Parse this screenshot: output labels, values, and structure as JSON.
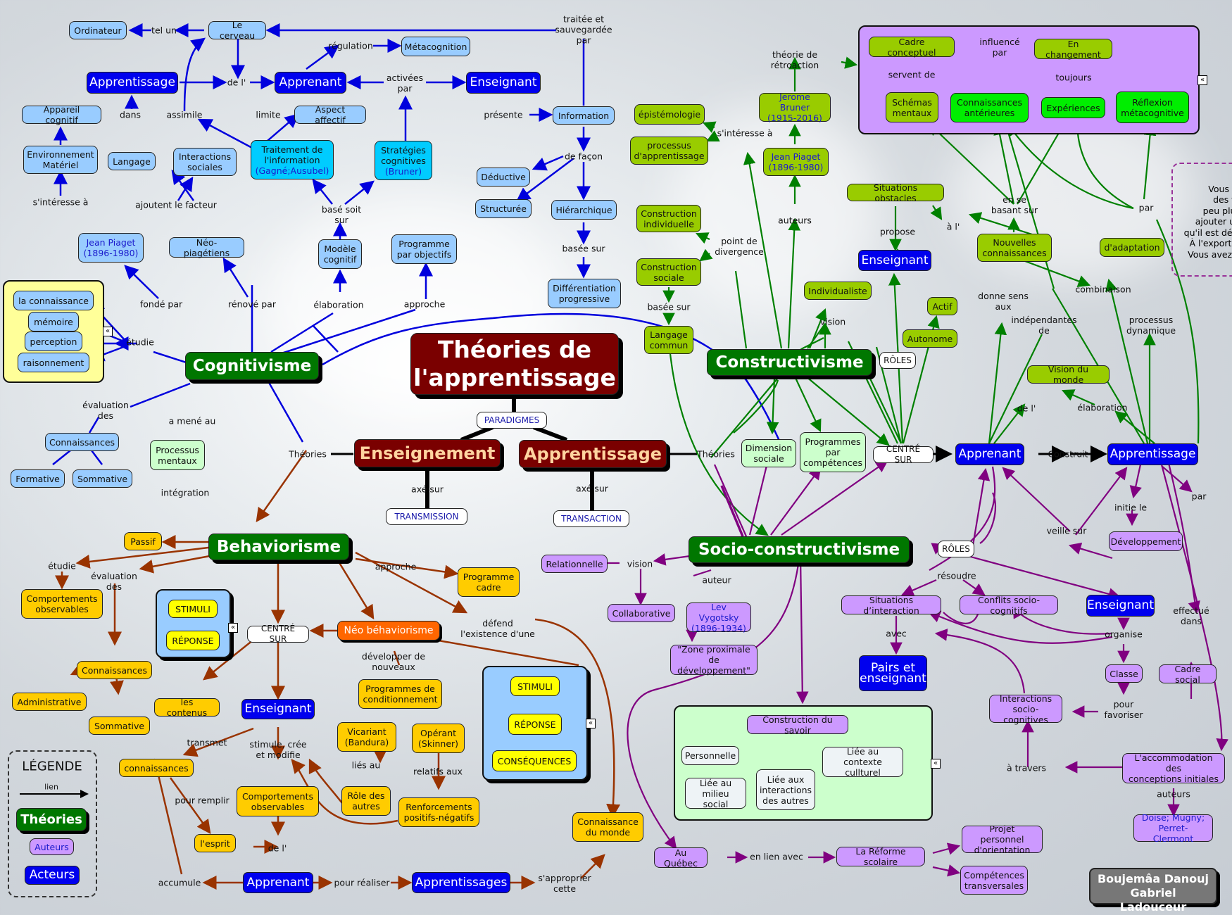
{
  "title": "Théories de\nl'apprentissage",
  "paradigms": {
    "label": "PARADIGMES",
    "enseignement": "Enseignement",
    "apprentissage": "Apprentissage",
    "axe_sur_1": "axé sur",
    "axe_sur_2": "axé sur",
    "transmission": "TRANSMISSION",
    "transaction": "TRANSACTION",
    "theories_left": "Théories",
    "theories_right": "Théories"
  },
  "cognitivisme": {
    "name": "Cognitivisme",
    "nodes": {
      "ordinateur": "Ordinateur",
      "cerveau": "Le cerveau",
      "apprentissage": "Apprentissage",
      "apprenant": "Apprenant",
      "metacognition": "Métacognition",
      "enseignant": "Enseignant",
      "information": "Information",
      "appareil": "Appareil cognitif",
      "aspect": "Aspect affectif",
      "environnement": "Environnement\nMatériel",
      "langage": "Langage",
      "interactions": "Interactions\nsociales",
      "traitement": "Traitement de\nl'information",
      "traitement_auth": "(Gagné;Ausubel)",
      "strategies": "Stratégies\ncognitives",
      "strategies_auth": "(Bruner)",
      "deductive": "Déductive",
      "structuree": "Structurée",
      "hierarchique": "Hiérarchique",
      "piaget": "Jean Piaget\n(1896-1980)",
      "neo": "Néo-piagétiens",
      "modele": "Modèle\ncognitif",
      "programme": "Programme\npar objectifs",
      "differentiation": "Différentiation\nprogressive",
      "connaissance": "la connaissance",
      "memoire": "mémoire",
      "perception": "perception",
      "raisonnement": "raisonnement",
      "connaissances": "Connaissances",
      "formative": "Formative",
      "sommative": "Sommative",
      "processus": "Processus\nmentaux"
    },
    "labels": {
      "tel_un": "tel un",
      "traitee": "traitée et\nsauvegardée\npar",
      "regulation": "régulation",
      "de_l": "de l'",
      "activees": "activées\npar",
      "dans": "dans",
      "assimile": "assimile",
      "limite": "limite",
      "presente": "présente",
      "de_facon": "de façon",
      "interesse": "s'intéresse à",
      "ajoutent": "ajoutent le facteur",
      "base_soit": "basé soit\nsur",
      "basee_sur": "basée sur",
      "fonde": "fondé par",
      "renove": "rénové par",
      "elaboration": "élaboration",
      "approche": "approche",
      "etudie": "étudie",
      "evaluation": "évaluation\ndes",
      "a_mene": "a mené au",
      "integration": "intégration"
    }
  },
  "behaviorisme": {
    "name": "Behaviorisme",
    "nodes": {
      "passif": "Passif",
      "comportements": "Comportements\nobservables",
      "stimuli": "STIMULI",
      "reponse": "RÉPONSE",
      "centre_sur": "CENTRÉ SUR",
      "neo": "Néo béhaviorisme",
      "programme_cadre": "Programme\ncadre",
      "connaissances": "Connaissances",
      "administrative": "Administrative",
      "sommative": "Sommative",
      "contenus": "les contenus",
      "enseignant": "Enseignant",
      "prog_cond": "Programmes de\nconditionnement",
      "vicariant": "Vicariant\n(Bandura)",
      "operant": "Opérant\n(Skinner)",
      "stimuli2": "STIMULI",
      "reponse2": "RÉPONSE",
      "consequences": "CONSÉQUENCES",
      "connaissances2": "connaissances",
      "comportements2": "Comportements\nobservables",
      "role": "Rôle des\nautres",
      "renforcements": "Renforcements\npositifs-négatifs",
      "esprit": "l'esprit",
      "connaissance_monde": "Connaissance\ndu monde",
      "apprenant": "Apprenant",
      "apprentissages": "Apprentissages"
    },
    "labels": {
      "etudie": "étudie",
      "evaluation": "évaluation\ndes",
      "approche": "approche",
      "defend": "défend\nl'existence d'une",
      "developper": "développer de\nnouveaux",
      "transmet": "transmet",
      "stimule": "stimule, crée\net modifie",
      "lies": "liés au",
      "relatifs": "relatifs aux",
      "pour_remplir": "pour remplir",
      "de_l": "de l'",
      "accumule": "accumule",
      "pour_realiser": "pour réaliser",
      "approprier": "s'approprier\ncette"
    }
  },
  "constructivisme": {
    "name": "Constructivisme",
    "nodes": {
      "cadre": "Cadre conceptuel",
      "changement": "En changement",
      "schemas": "Schémas\nmentaux",
      "connaissances_ant": "Connaissances\nantérieures",
      "experiences": "Expériences",
      "reflexion": "Réflexion\nmétacognitive",
      "bruner": "Jerome Bruner\n(1915-2016)",
      "piaget": "Jean Piaget\n(1896-1980)",
      "epistemologie": "épistémologie",
      "processus": "processus\nd'apprentissage",
      "situations": "Situations obstacles",
      "enseignant": "Enseignant",
      "nouvelles": "Nouvelles\nconnaissances",
      "adaptation": "d'adaptation",
      "individuelle": "Construction\nindividuelle",
      "sociale": "Construction\nsociale",
      "langage": "Langage\ncommun",
      "individualiste": "Individualiste",
      "actif": "Actif",
      "autonome": "Autonome",
      "roles": "RÔLES",
      "vision_monde": "Vision du monde",
      "dimension": "Dimension\nsociale",
      "programmes": "Programmes\npar\ncompétences",
      "centre_sur": "CENTRÉ SUR",
      "apprenant": "Apprenant",
      "apprentissage": "Apprentissage"
    },
    "labels": {
      "retroaction": "théorie de\nrétroaction",
      "influence": "influencé\npar",
      "servent": "servent de",
      "toujours": "toujours",
      "interesse": "s'intéresse à",
      "auteurs": "auteurs",
      "propose": "propose",
      "a_l": "à l'",
      "en_se_basant": "en se\nbasant sur",
      "par": "par",
      "combinaison": "combinaison",
      "point_div": "point de\ndivergence",
      "basee_sur": "basée sur",
      "vision": "vision",
      "donne_sens": "donne sens\naux",
      "independantes": "indépendantes\nde",
      "processus_dyn": "processus\ndynamique",
      "de_l": "de l'",
      "elaboration": "élaboration",
      "construit": "Construit"
    }
  },
  "socio": {
    "name": "Socio-constructivisme",
    "nodes": {
      "relationnelle": "Relationnelle",
      "collaborative": "Collaborative",
      "vygotsky": "Lev Vygotsky\n(1896-1934)",
      "zone": "\"Zone proximale\nde développement\"",
      "roles": "RÔLES",
      "situations": "Situations d’interaction",
      "conflits": "Conflits socio-cognitifs",
      "enseignant": "Enseignant",
      "pairs": "Pairs et\nenseignant",
      "classe": "Classe",
      "cadre_social": "Cadre social",
      "developpement": "Développement",
      "interactions": "Interactions\nsocio-cognitives",
      "accommodation": "L'accommodation des\nconceptions initiales",
      "doise": "Doise; Mugny;\nPerret-Clermont",
      "construction": "Construction du savoir",
      "personnelle": "Personnelle",
      "milieu": "Liée au\nmilieu social",
      "interactions_autres": "Liée aux\ninteractions\ndes autres",
      "contexte": "Liée au\ncontexte cullturel",
      "quebec": "Au Québec",
      "reforme": "La Réforme scolaire",
      "projet": "Projet personnel\nd'orientation",
      "competences": "Compétences\ntransversales"
    },
    "labels": {
      "vision": "vision",
      "auteur": "auteur",
      "resoudre": "résoudre",
      "avec": "avec",
      "organise": "organise",
      "pour_favoriser": "pour\nfavoriser",
      "a_travers": "à travers",
      "auteurs": "auteurs",
      "veille": "veille sur",
      "initie": "initie le",
      "par": "par",
      "effectue": "effectué\ndans",
      "en_lien": "en lien avec"
    }
  },
  "legend": {
    "title": "LÉGENDE",
    "lien": "lien",
    "theories": "Théories",
    "auteurs": "Auteurs",
    "acteurs": "Acteurs"
  },
  "note": "V\nVous fa\ndes th\npeu plus\najouter un\nqu'il est dédi\nÀ l'exportat\nVous avez u",
  "credits": "Boujemâa Danouj\nGabriel Ladouceur",
  "icons": {
    "collapse": "«"
  },
  "colors": {
    "cognitivisme_link": "#0000dd",
    "behaviorisme_link": "#993300",
    "constructivisme_link": "#008000",
    "socio_link": "#800080",
    "theory_node": "#007700",
    "paradigm_node": "#7a0000",
    "actor_node": "#0000ee"
  }
}
